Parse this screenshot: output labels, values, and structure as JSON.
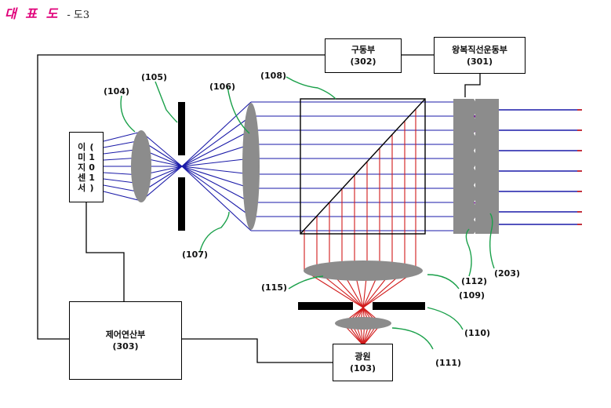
{
  "header": {
    "title": "대 표 도",
    "subtitle": "- 도3"
  },
  "boxes": {
    "image_sensor": {
      "label_chars": [
        "이",
        "미",
        "지",
        "센",
        "서"
      ],
      "ref_chars": [
        "(",
        "1",
        "0",
        "1",
        ")"
      ]
    },
    "drive": {
      "label": "구동부",
      "ref": "(302)"
    },
    "reciprocating_drive": {
      "label": "왕복직선운동부",
      "ref": "(301)"
    },
    "control": {
      "label": "제어연산부",
      "ref": "(303)"
    },
    "light_source": {
      "label": "광원",
      "ref": "(103)"
    }
  },
  "callouts": {
    "c104": "(104)",
    "c105": "(105)",
    "c106": "(106)",
    "c107": "(107)",
    "c108": "(108)",
    "c109": "(109)",
    "c110": "(110)",
    "c111": "(111)",
    "c112": "(112)",
    "c115": "(115)",
    "c203": "(203)"
  },
  "colors": {
    "header": "#e0007a",
    "ray_blue": "#1a1aa8",
    "ray_red": "#d11a1a",
    "ray_purple": "#7a1a9c",
    "leader": "#1aa04a",
    "lens_gray": "#8c8c8c",
    "stop_black": "#000000"
  }
}
